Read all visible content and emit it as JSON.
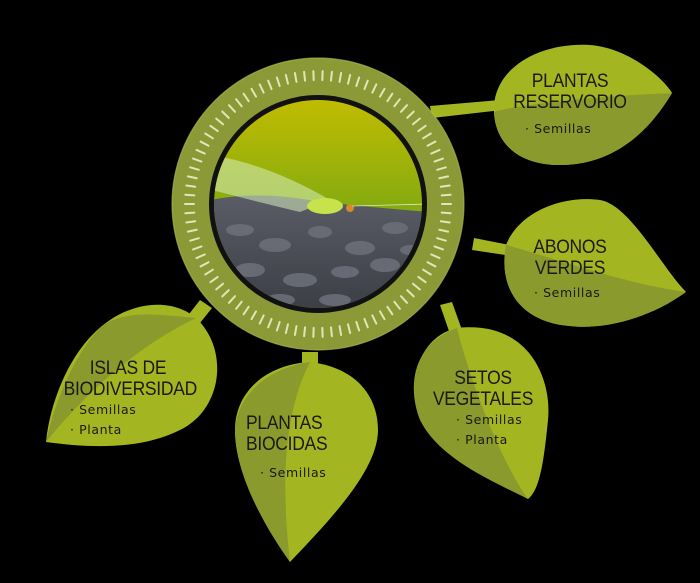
{
  "colors": {
    "background": "#000000",
    "leaf_light": "#a4b522",
    "leaf_dark": "#8a9a2c",
    "ring": "#8b9a36",
    "ring_ticks": "#dfe6b8",
    "text": "#1a1a12",
    "photo_sky_top": "#c1bc00",
    "photo_sky_bottom": "#6f9a10",
    "photo_stones": "#4b4d55"
  },
  "center": {
    "image_label": "lacewing-insect-photo",
    "description": "Green lacewing on dark slate stones"
  },
  "leaves": [
    {
      "id": "plantas-reservorio",
      "title_lines": [
        "PLANTAS",
        "RESERVORIO"
      ],
      "items": [
        "· Semillas"
      ]
    },
    {
      "id": "abonos-verdes",
      "title_lines": [
        "ABONOS",
        "VERDES"
      ],
      "items": [
        "· Semillas"
      ]
    },
    {
      "id": "setos-vegetales",
      "title_lines": [
        "SETOS",
        "VEGETALES"
      ],
      "items": [
        "· Semillas",
        "· Planta"
      ]
    },
    {
      "id": "plantas-biocidas",
      "title_lines": [
        "PLANTAS",
        "BIOCIDAS"
      ],
      "items": [
        "· Semillas"
      ]
    },
    {
      "id": "islas-de-biodiversidad",
      "title_lines": [
        "ISLAS DE",
        "BIODIVERSIDAD"
      ],
      "items": [
        "· Semillas",
        "· Planta"
      ]
    }
  ]
}
